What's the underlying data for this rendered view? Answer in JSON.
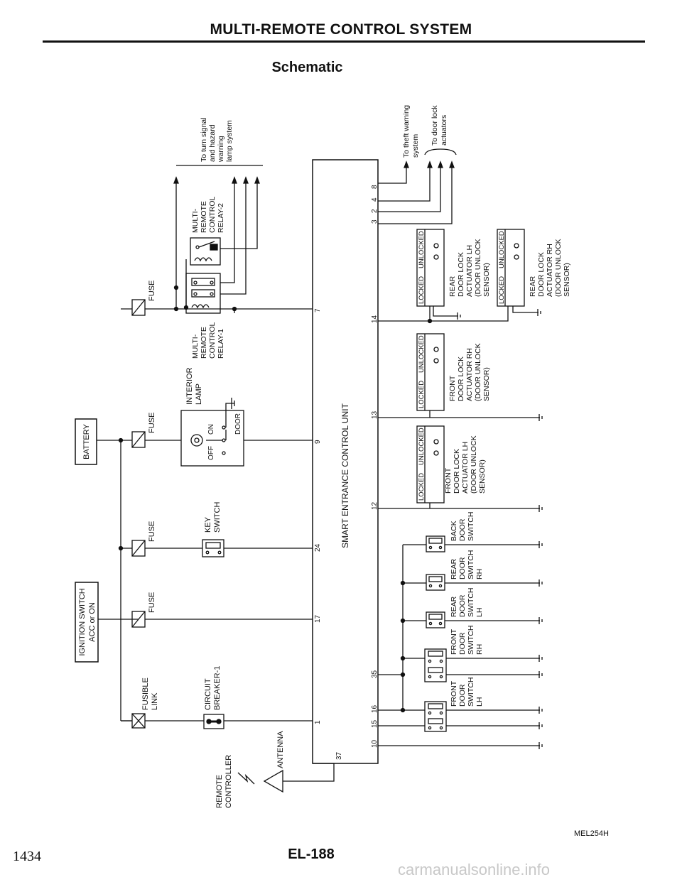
{
  "header": {
    "title": "MULTI-REMOTE CONTROL SYSTEM",
    "subtitle": "Schematic"
  },
  "labels": {
    "battery": "BATTERY",
    "ignition": [
      "IGNITION SWITCH",
      "ACC or ON"
    ],
    "fuse": "FUSE",
    "fusible_link": [
      "FUSIBLE",
      "LINK"
    ],
    "interior_lamp": [
      "INTERIOR",
      "LAMP"
    ],
    "lamp_on": "ON",
    "lamp_off": [
      "O",
      "OFF"
    ],
    "lamp_door": "DOOR",
    "relay1": [
      "MULTI-",
      "REMOTE",
      "CONTROL",
      "RELAY-1"
    ],
    "relay2": [
      "MULTI-",
      "REMOTE",
      "CONTROL",
      "RELAY-2"
    ],
    "turn_signal": [
      "To turn signal",
      "and hazard",
      "warning",
      "lamp system"
    ],
    "theft": [
      "To theft warning",
      "system"
    ],
    "door_lock": [
      "To door lock",
      "actuators"
    ],
    "key_switch": [
      "KEY",
      "SWITCH"
    ],
    "circuit_breaker": [
      "CIRCUIT",
      "BREAKER-1"
    ],
    "remote_controller": [
      "REMOTE",
      "CONTROLLER"
    ],
    "antenna": "ANTENNA",
    "unit": "SMART ENTRANCE CONTROL UNIT",
    "locked": "LOCKED",
    "unlocked": "UNLOCKED",
    "rear_rh": [
      "REAR",
      "DOOR LOCK",
      "ACTUATOR RH",
      "(DOOR UNLOCK",
      "SENSOR)"
    ],
    "rear_lh": [
      "REAR",
      "DOOR LOCK",
      "ACTUATOR LH",
      "(DOOR UNLOCK",
      "SENSOR)"
    ],
    "front_rh": [
      "FRONT",
      "DOOR LOCK",
      "ACTUATOR RH",
      "(DOOR UNLOCK",
      "SENSOR)"
    ],
    "front_lh": [
      "FRONT",
      "DOOR LOCK",
      "ACTUATOR LH",
      "(DOOR UNLOCK",
      "SENSOR)"
    ],
    "back_door": [
      "BACK",
      "DOOR",
      "SWITCH"
    ],
    "rear_sw_rh": [
      "REAR",
      "DOOR",
      "SWITCH",
      "RH"
    ],
    "rear_sw_lh": [
      "REAR",
      "DOOR",
      "SWITCH",
      "LH"
    ],
    "front_sw_rh": [
      "FRONT",
      "DOOR",
      "SWITCH",
      "RH"
    ],
    "front_sw_lh": [
      "FRONT",
      "DOOR",
      "SWITCH",
      "LH"
    ]
  },
  "terminals": {
    "left": [
      "7",
      "9",
      "24",
      "17",
      "1",
      "37"
    ],
    "right": [
      "3",
      "2",
      "4",
      "8",
      "14",
      "13",
      "12",
      "35",
      "16",
      "15",
      "10"
    ]
  },
  "footer": {
    "figure_id": "MEL254H",
    "page_number": "1434",
    "page_code": "EL-188",
    "watermark": "carmanualsonline.info"
  }
}
